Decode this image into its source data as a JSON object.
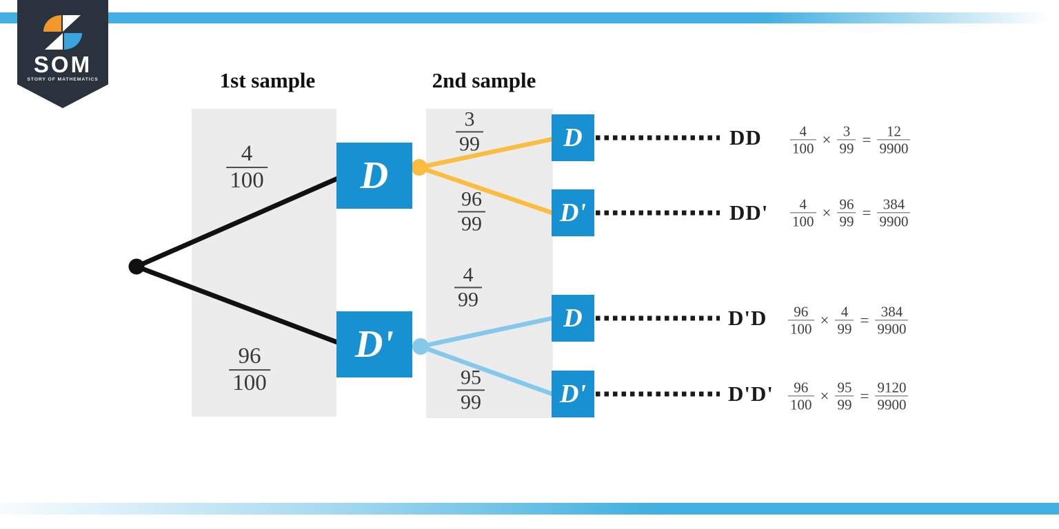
{
  "brand": {
    "name": "SOM",
    "tagline": "STORY OF MATHEMATICS"
  },
  "headers": {
    "first_sample": "1st sample",
    "second_sample": "2nd sample"
  },
  "tree": {
    "level1": [
      {
        "label": "D",
        "num": "4",
        "den": "100"
      },
      {
        "label": "D'",
        "num": "96",
        "den": "100"
      }
    ],
    "level2": [
      {
        "label": "D",
        "num": "3",
        "den": "99"
      },
      {
        "label": "D'",
        "num": "96",
        "den": "99"
      },
      {
        "label": "D",
        "num": "4",
        "den": "99"
      },
      {
        "label": "D'",
        "num": "95",
        "den": "99"
      }
    ]
  },
  "outcomes": [
    {
      "label": "DD",
      "f1": {
        "num": "4",
        "den": "100"
      },
      "f2": {
        "num": "3",
        "den": "99"
      },
      "result": {
        "num": "12",
        "den": "9900"
      }
    },
    {
      "label": "DD'",
      "f1": {
        "num": "4",
        "den": "100"
      },
      "f2": {
        "num": "96",
        "den": "99"
      },
      "result": {
        "num": "384",
        "den": "9900"
      }
    },
    {
      "label": "D'D",
      "f1": {
        "num": "96",
        "den": "100"
      },
      "f2": {
        "num": "4",
        "den": "99"
      },
      "result": {
        "num": "384",
        "den": "9900"
      }
    },
    {
      "label": "D'D'",
      "f1": {
        "num": "96",
        "den": "100"
      },
      "f2": {
        "num": "95",
        "den": "99"
      },
      "result": {
        "num": "9120",
        "den": "9900"
      }
    }
  ],
  "symbols": {
    "times": "×",
    "equals": "="
  },
  "colors": {
    "accent_blue": "#41afdf",
    "box_blue": "#1791d1",
    "branch_yellow": "#fabd42",
    "branch_light_blue": "#85c8ea",
    "branch_black": "#111111",
    "panel_gray": "#ececec",
    "badge_navy": "#2a333d",
    "logo_orange": "#f2982a",
    "logo_blue": "#3aa5dc"
  }
}
